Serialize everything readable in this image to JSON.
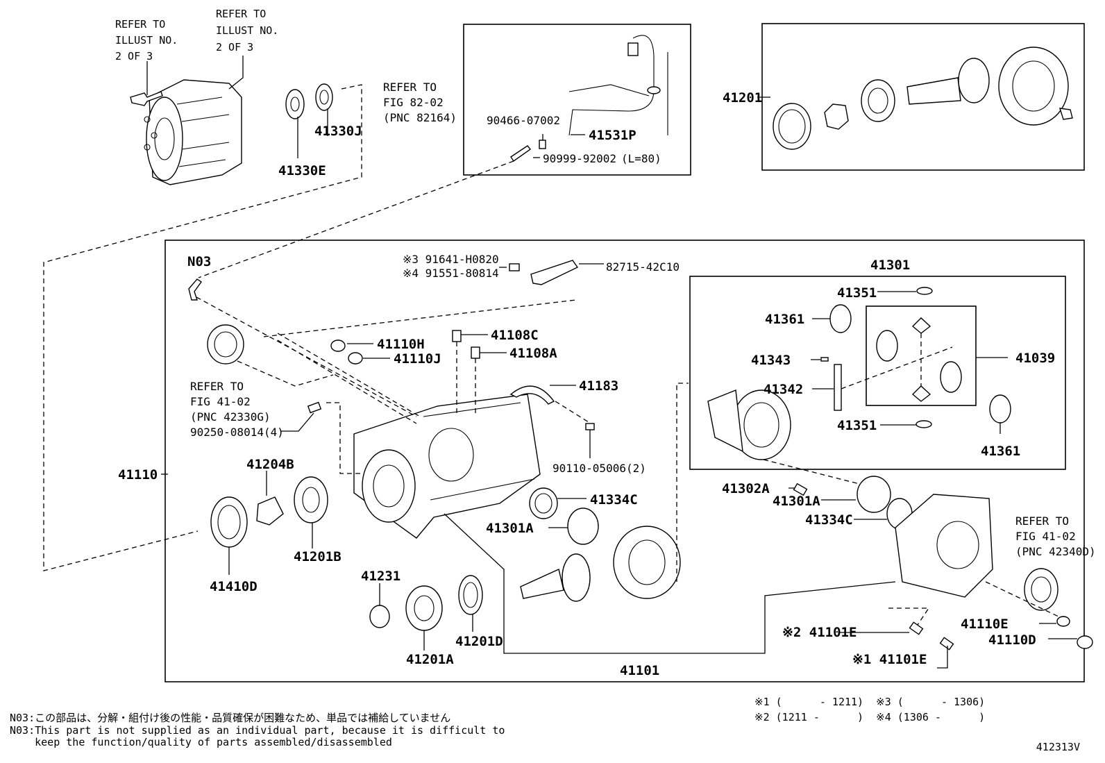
{
  "refers": {
    "illust_a": [
      "REFER TO",
      "ILLUST NO.",
      "2 OF 3"
    ],
    "illust_b": [
      "REFER TO",
      "ILLUST NO.",
      "2 OF 3"
    ],
    "fig82": [
      "REFER TO",
      "FIG 82-02",
      "(PNC 82164)"
    ],
    "fig41_g": [
      "REFER TO",
      "FIG 41-02",
      "(PNC 42330G)"
    ],
    "fig41_d": [
      "REFER TO",
      "FIG 41-02",
      "(PNC 42340D)"
    ]
  },
  "labels": {
    "p41330J": "41330J",
    "p41330E": "41330E",
    "p90466": "90466-07002",
    "p41531P": "41531P",
    "p90999": "90999-92002",
    "p90999_len": "(L=80)",
    "p41201": "41201",
    "n03": "N03",
    "p91641": "※3 91641-H0820",
    "p91551": "※4 91551-80814",
    "p82715": "82715-42C10",
    "p41301": "41301",
    "p41351a": "41351",
    "p41361a": "41361",
    "p41343": "41343",
    "p41342": "41342",
    "p41039": "41039",
    "p41351b": "41351",
    "p41361b": "41361",
    "p41110H": "41110H",
    "p41110J": "41110J",
    "p41108C": "41108C",
    "p41108A": "41108A",
    "p41183": "41183",
    "p90250": "90250-08014(4)",
    "p90110": "90110-05006(2)",
    "p41110": "41110",
    "p41204B": "41204B",
    "p41201B": "41201B",
    "p41410D": "41410D",
    "p41334Ca": "41334C",
    "p41301Aa": "41301A",
    "p41302A": "41302A",
    "p41301Ab": "41301A",
    "p41334Cb": "41334C",
    "p41231": "41231",
    "p41201A": "41201A",
    "p41201D": "41201D",
    "p41101": "41101",
    "p41101E2": "※2 41101E",
    "p41101E1": "※1 41101E",
    "p41110E": "41110E",
    "p41110D": "41110D"
  },
  "legend": {
    "row1": "※1 (      - 1211)  ※3 (      - 1306)",
    "row2": "※2 (1211 -      )  ※4 (1306 -      )"
  },
  "notes": {
    "jp": "N03:この部品は、分解・組付け後の性能・品質確保が困難なため、単品では補給していません",
    "en1": "N03:This part is not supplied as an individual part, because it is difficult to",
    "en2": "    keep the function/quality of parts assembled/disassembled"
  },
  "figure_code": "412313V"
}
